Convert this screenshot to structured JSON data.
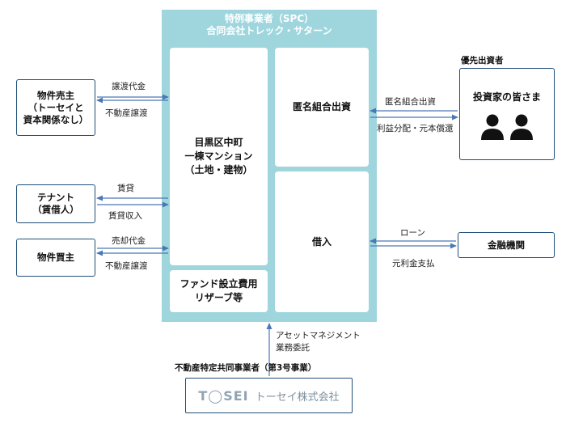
{
  "spc": {
    "title_line1": "特例事業者（SPC）",
    "title_line2": "合同会社トレック・サターン"
  },
  "asset_box": {
    "line1": "目黒区中町",
    "line2": "一棟マンション",
    "line3": "（土地・建物）"
  },
  "fund_box": {
    "line1": "ファンド設立費用",
    "line2": "リザーブ等"
  },
  "tk_box": {
    "label": "匿名組合出資"
  },
  "loan_box": {
    "label": "借入"
  },
  "seller": {
    "line1": "物件売主",
    "line2": "（トーセイと",
    "line3": "資本関係なし）"
  },
  "tenant": {
    "line1": "テナント",
    "line2": "（賃借人）"
  },
  "buyer": {
    "label": "物件買主"
  },
  "investor": {
    "header": "優先出資者",
    "label": "投資家の皆さま"
  },
  "bank": {
    "label": "金融機関"
  },
  "arrows": {
    "seller_top": "譲渡代金",
    "seller_bottom": "不動産譲渡",
    "tenant_top": "賃貸",
    "tenant_bottom": "賃貸収入",
    "buyer_top": "売却代金",
    "buyer_bottom": "不動産譲渡",
    "investor_top": "匿名組合出資",
    "investor_bottom": "利益分配・元本償還",
    "bank_top": "ローン",
    "bank_bottom": "元利金支払",
    "am_line1": "アセットマネジメント",
    "am_line2": "業務委託"
  },
  "tosei": {
    "header": "不動産特定共同事業者（第3号事業）",
    "logo_text": "T◯SEI",
    "name": "トーセイ株式会社"
  },
  "colors": {
    "spc_fill": "#9fd6de",
    "box_border": "#1f4f7a",
    "arrow": "#4a78b5"
  }
}
